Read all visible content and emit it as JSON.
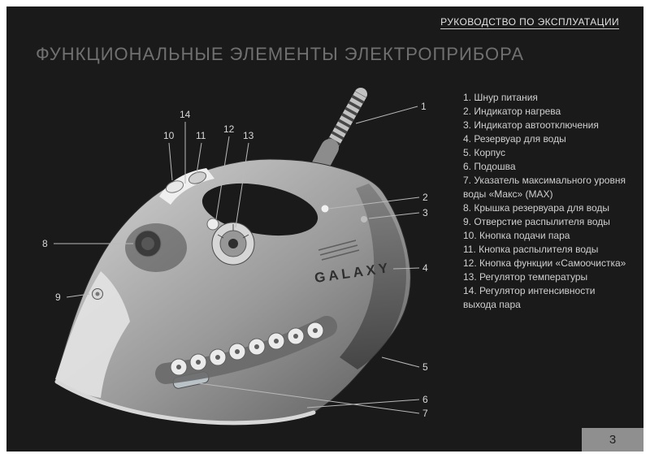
{
  "page": {
    "header": "РУКОВОДСТВО ПО ЭКСПЛУАТАЦИИ",
    "title": "ФУНКЦИОНАЛЬНЫЕ ЭЛЕМЕНТЫ ЭЛЕКТРОПРИБОРА",
    "page_number": "3",
    "colors": {
      "background": "#1a1a1a",
      "paper_border": "#ffffff",
      "title_text": "#707070",
      "body_text": "#cfcfcf",
      "page_badge": "#8f8f8f"
    }
  },
  "diagram": {
    "brand": "GALAXY",
    "callouts": {
      "n1": "1",
      "n2": "2",
      "n3": "3",
      "n4": "4",
      "n5": "5",
      "n6": "6",
      "n7": "7",
      "n8": "8",
      "n9": "9",
      "n10": "10",
      "n11": "11",
      "n12": "12",
      "n13": "13",
      "n14": "14"
    }
  },
  "parts_list": {
    "items": [
      "1. Шнур питания",
      "2. Индикатор нагрева",
      "3. Индикатор автоотключения",
      "4. Резервуар для воды",
      "5. Корпус",
      "6. Подошва",
      "7. Указатель максимального уровня воды «Макс» (MAX)",
      "8. Крышка резервуара для воды",
      "9. Отверстие распылителя воды",
      "10. Кнопка подачи пара",
      "11. Кнопка распылителя воды",
      "12. Кнопка функции «Самоочистка»",
      "13. Регулятор температуры",
      "14. Регулятор интенсивности выхода пара"
    ]
  }
}
